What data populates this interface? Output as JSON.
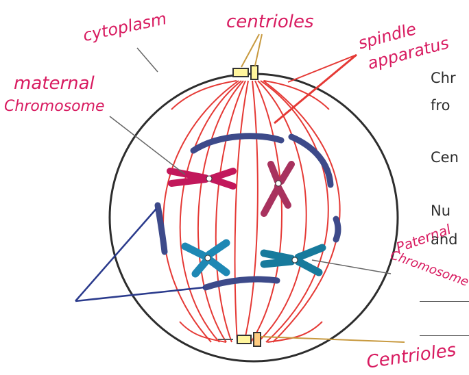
{
  "labels": {
    "cytoplasm": "cytoplasm",
    "centrioles_top": "centrioles",
    "spindle_line1": "spindle",
    "spindle_line2": "apparatus",
    "maternal_line1": "maternal",
    "maternal_line2": "Chromosome",
    "paternal_line1": "Paternal",
    "paternal_line2": "Chromosome",
    "centrioles_bottom": "Centrioles"
  },
  "side_text": {
    "line1": "Chr",
    "line2": "fro",
    "line3": "Cen",
    "line4": "Nu",
    "line5": "and"
  },
  "colors": {
    "spindle": "#e53935",
    "maternal": "#c2185b",
    "paternal": "#1e88b4",
    "chromatid": "#3d4a8a",
    "label": "#d81b60",
    "leader": "#2a3a8c"
  }
}
